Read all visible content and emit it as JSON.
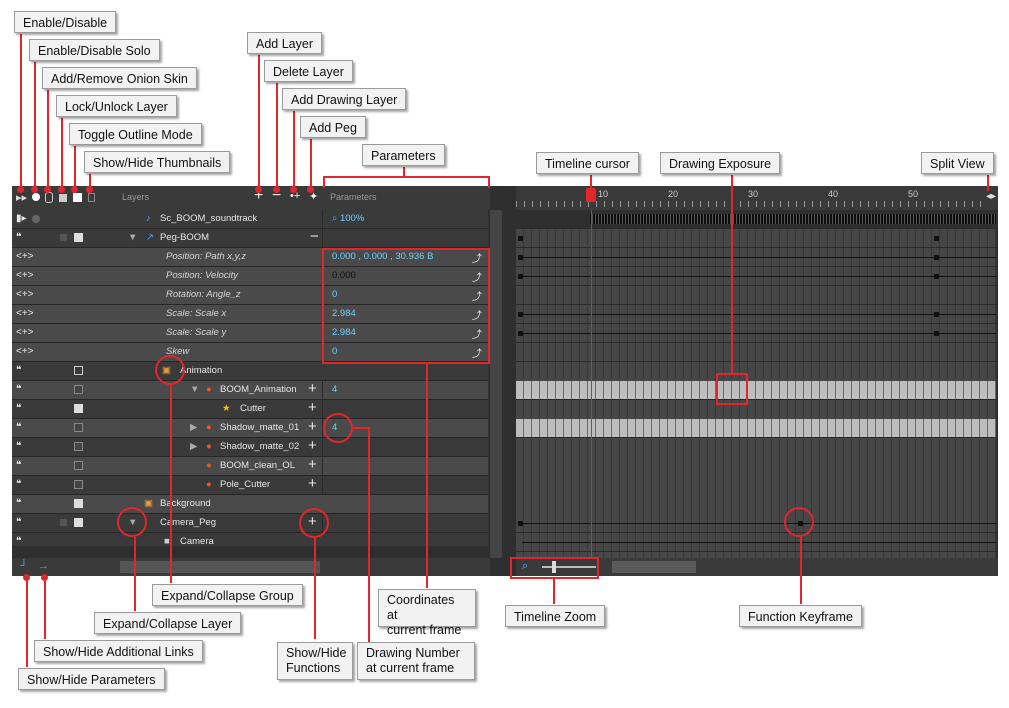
{
  "callouts": {
    "enable_disable": "Enable/Disable",
    "enable_disable_solo": "Enable/Disable Solo",
    "add_remove_onion_skin": "Add/Remove Onion Skin",
    "lock_unlock_layer": "Lock/Unlock Layer",
    "toggle_outline_mode": "Toggle Outline Mode",
    "show_hide_thumbnails": "Show/Hide Thumbnails",
    "add_layer": "Add Layer",
    "delete_layer": "Delete Layer",
    "add_drawing_layer": "Add Drawing Layer",
    "add_peg": "Add Peg",
    "parameters": "Parameters",
    "timeline_cursor": "Timeline cursor",
    "drawing_exposure": "Drawing Exposure",
    "split_view": "Split View",
    "expand_collapse_group": "Expand/Collapse Group",
    "expand_collapse_layer": "Expand/Collapse Layer",
    "show_hide_additional_links": "Show/Hide Additional Links",
    "show_hide_parameters": "Show/Hide Parameters",
    "coordinates_line1": "Coordinates at",
    "coordinates_line2": "current frame",
    "show_hide_functions_line1": "Show/Hide",
    "show_hide_functions_line2": "Functions",
    "drawing_number_line1": "Drawing Number",
    "drawing_number_line2": "at current frame",
    "timeline_zoom": "Timeline Zoom",
    "function_keyframe": "Function Keyframe"
  },
  "panel": {
    "layers_header": "Layers",
    "parameters_header": "Parameters",
    "frame_ticks": [
      "10",
      "20",
      "30",
      "40",
      "50"
    ]
  },
  "layers": [
    {
      "name": "Sc_BOOM_soundtrack",
      "value": "100%",
      "kind": "sound"
    },
    {
      "name": "Peg-BOOM",
      "value": "",
      "kind": "peg"
    },
    {
      "name": "Position: Path x,y,z",
      "value": "0.000 , 0.000 , 30.936 B",
      "kind": "param"
    },
    {
      "name": "Position: Velocity",
      "value": "0.000",
      "kind": "param"
    },
    {
      "name": "Rotation: Angle_z",
      "value": "0",
      "kind": "param"
    },
    {
      "name": "Scale: Scale x",
      "value": "2.984",
      "kind": "param"
    },
    {
      "name": "Scale: Scale y",
      "value": "2.984",
      "kind": "param"
    },
    {
      "name": "Skew",
      "value": "0",
      "kind": "param"
    },
    {
      "name": "Animation",
      "value": "",
      "kind": "group"
    },
    {
      "name": "BOOM_Animation",
      "value": "4",
      "kind": "drawing"
    },
    {
      "name": "Cutter",
      "value": "",
      "kind": "cutter"
    },
    {
      "name": "Shadow_matte_01",
      "value": "4",
      "kind": "drawing"
    },
    {
      "name": "Shadow_matte_02",
      "value": "",
      "kind": "drawing"
    },
    {
      "name": "BOOM_clean_OL",
      "value": "",
      "kind": "drawing"
    },
    {
      "name": "Pole_Cutter",
      "value": "",
      "kind": "drawing"
    },
    {
      "name": "Background",
      "value": "",
      "kind": "group"
    },
    {
      "name": "Camera_Peg",
      "value": "",
      "kind": "peg"
    },
    {
      "name": "Camera",
      "value": "",
      "kind": "camera"
    }
  ],
  "colors": {
    "annotation_red": "#e2262c",
    "value_blue": "#6fd0ff",
    "panel_bg": "#2f2f2f"
  }
}
